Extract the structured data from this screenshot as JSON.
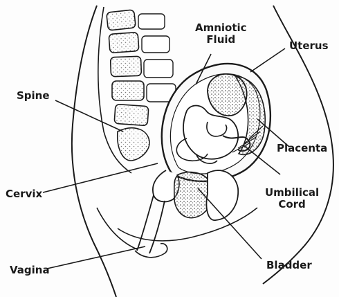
{
  "labels": {
    "amniotic_fluid": [
      "Amniotic",
      "Fluid"
    ],
    "uterus": "Uterus",
    "spine": "Spine",
    "placenta": "Placenta",
    "cervix": "Cervix",
    "umbilical_cord": [
      "Umbilical",
      "Cord"
    ],
    "bladder": "Bladder",
    "vagina": "Vagina"
  },
  "colors": {
    "ink": "#1a1a1a",
    "background": "#fdfdfd",
    "shade": "#bdbdbd"
  }
}
